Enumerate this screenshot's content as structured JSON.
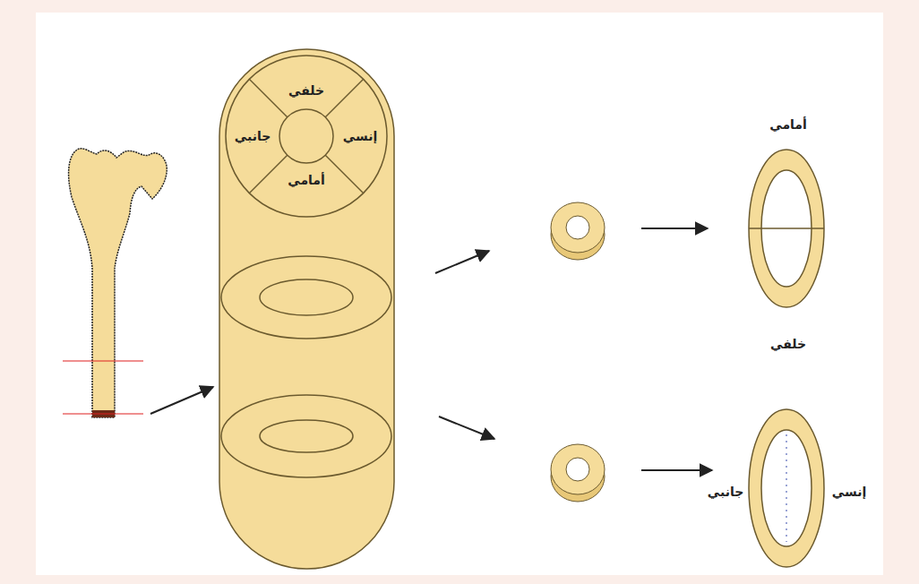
{
  "diagram": {
    "labels": [
      "خلفي",
      "جانبي",
      "إنسي",
      "أمامي",
      "أمامي",
      "خلفي",
      "جانبي",
      "إنسي"
    ]
  }
}
